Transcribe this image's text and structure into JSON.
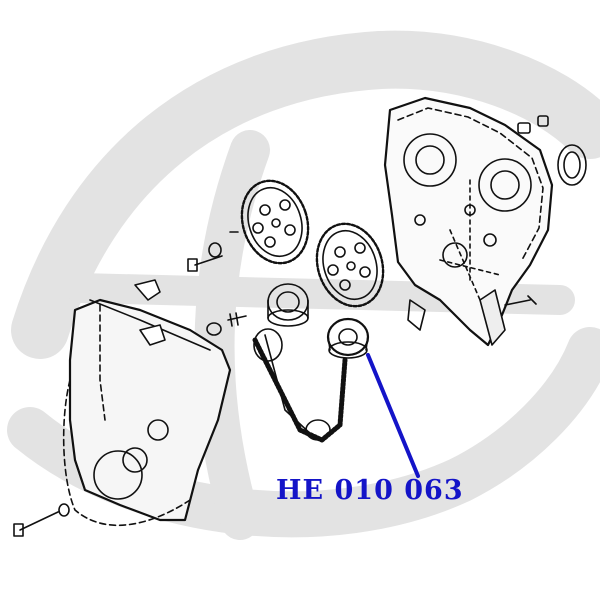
{
  "part_number": "HE 010 063",
  "colors": {
    "label": "#1414c8",
    "pointer": "#1414c8",
    "line_art": "#111111",
    "watermark": "#e3e3e3"
  },
  "watermark": {
    "icon": "stylized-logo-watermark"
  },
  "diagram": {
    "subject": "timing-belt-assembly",
    "highlighted_part": "belt-tensioner-idler-pulley"
  }
}
